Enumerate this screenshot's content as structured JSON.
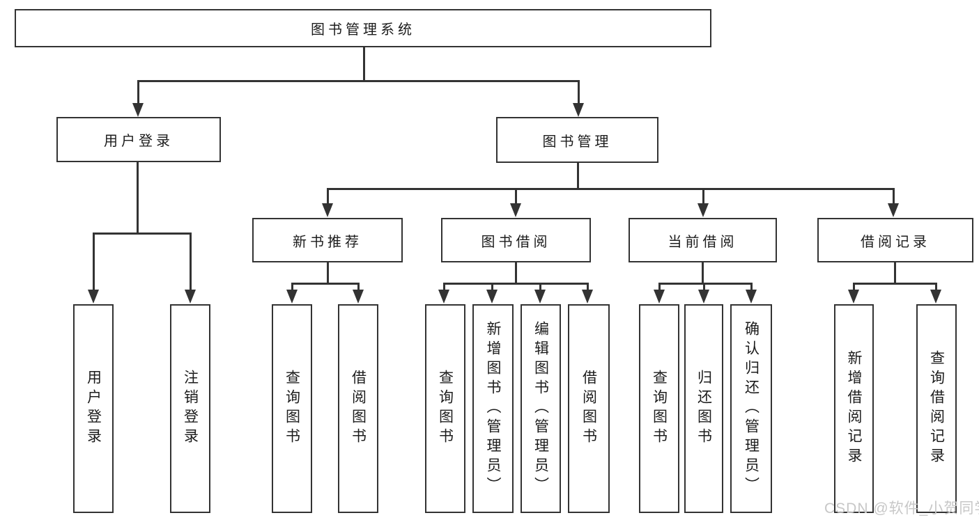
{
  "tree": {
    "root": {
      "label": "图书管理系统",
      "children": [
        {
          "label": "用户登录",
          "children": [
            {
              "label": "用户登录"
            },
            {
              "label": "注销登录"
            }
          ]
        },
        {
          "label": "图书管理",
          "children": [
            {
              "label": "新书推荐",
              "children": [
                {
                  "label": "查询图书"
                },
                {
                  "label": "借阅图书"
                }
              ]
            },
            {
              "label": "图书借阅",
              "children": [
                {
                  "label": "查询图书"
                },
                {
                  "label": "新增图书（管理员）"
                },
                {
                  "label": "编辑图书（管理员）"
                },
                {
                  "label": "借阅图书"
                }
              ]
            },
            {
              "label": "当前借阅",
              "children": [
                {
                  "label": "查询图书"
                },
                {
                  "label": "归还图书"
                },
                {
                  "label": "确认归还（管理员）"
                }
              ]
            },
            {
              "label": "借阅记录",
              "children": [
                {
                  "label": "新增借阅记录"
                },
                {
                  "label": "查询借阅记录"
                }
              ]
            }
          ]
        }
      ]
    }
  },
  "colors": {
    "line": "#333333",
    "text": "#1c1c1c",
    "background": "#ffffff",
    "watermark": "#c7c7c7"
  },
  "watermark": {
    "text": "CSDN @软件_小贺同学"
  }
}
